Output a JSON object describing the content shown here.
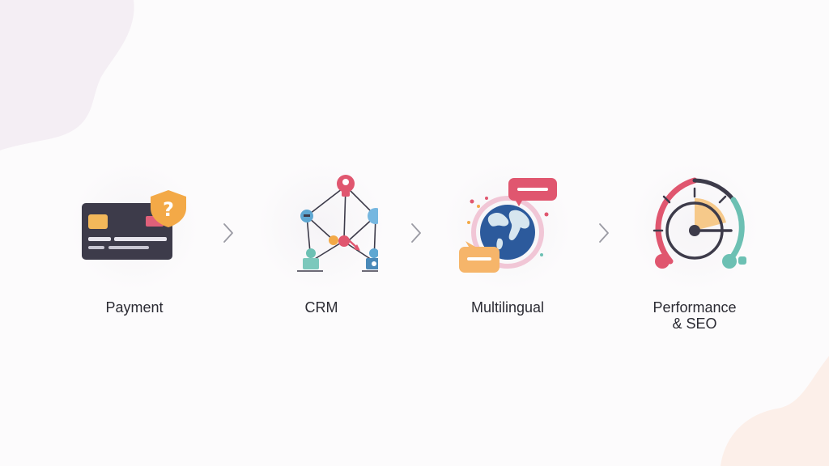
{
  "steps": [
    {
      "label": "Payment",
      "icon": "credit-card-shield-icon"
    },
    {
      "label": "CRM",
      "icon": "network-nodes-icon"
    },
    {
      "label": "Multilingual",
      "icon": "globe-chat-icon"
    },
    {
      "label": "Performance\n& SEO",
      "icon": "speedometer-icon"
    }
  ],
  "connector_icon": "chevron-right-icon",
  "colors": {
    "card": "#3d3b4a",
    "shield": "#f3a947",
    "accent_pink": "#e0566f",
    "accent_teal": "#6cc0b3",
    "accent_blue": "#5ea7d2",
    "label_text": "#2b2b33",
    "chevron": "#9a9aa3"
  }
}
